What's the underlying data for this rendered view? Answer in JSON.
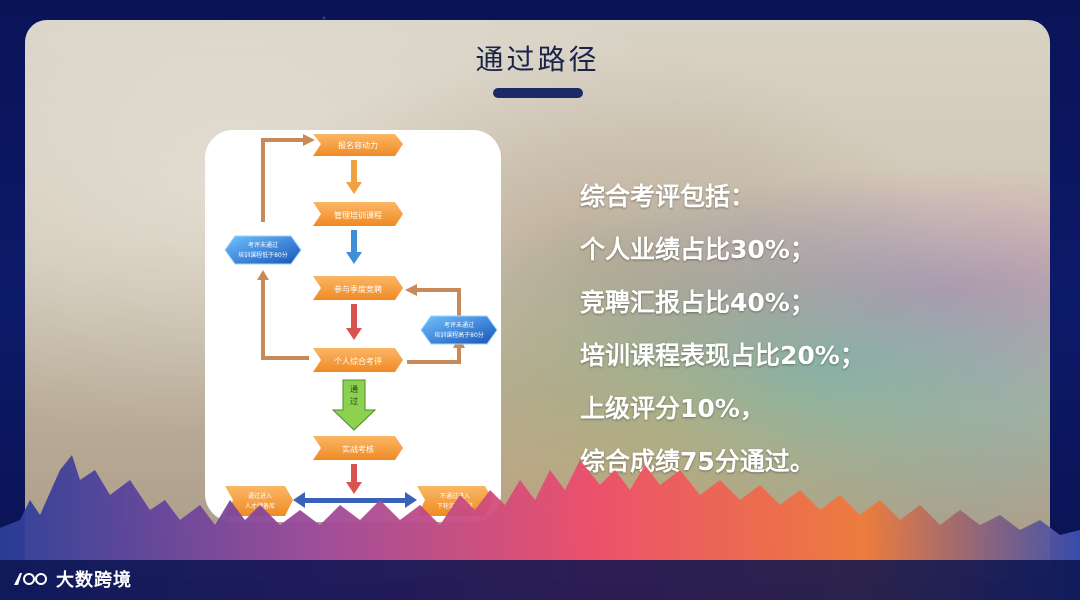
{
  "slide": {
    "title": "通过路径"
  },
  "flowchart": {
    "nodes": [
      "报名容动力",
      "管理培训课程",
      "参与季度竞聘",
      "个人综合考评",
      "实战考核",
      "通过进入人才储备库",
      "不通过进入下轮实战考核"
    ],
    "pass_label": "通过",
    "hex_left": [
      "考评未通过",
      "培训课程低于80分"
    ],
    "hex_right": [
      "考评未通过",
      "培训课程高于80分"
    ]
  },
  "info": {
    "lines": [
      "综合考评包括：",
      "个人业绩占比30%；",
      "竞聘汇报占比40%；",
      "培训课程表现占比20%；",
      "上级评分10%，",
      "综合成绩75分通过。"
    ]
  },
  "logo": {
    "text": "大数跨境"
  },
  "colors": {
    "frame": "#0b1450",
    "title": "#1a2447",
    "node_orange": "#f59a3c",
    "arrow_blue": "#3d8fd9",
    "arrow_red": "#d9534f",
    "arrow_green": "#7dc242",
    "hex_blue": "#1e6fd0"
  }
}
